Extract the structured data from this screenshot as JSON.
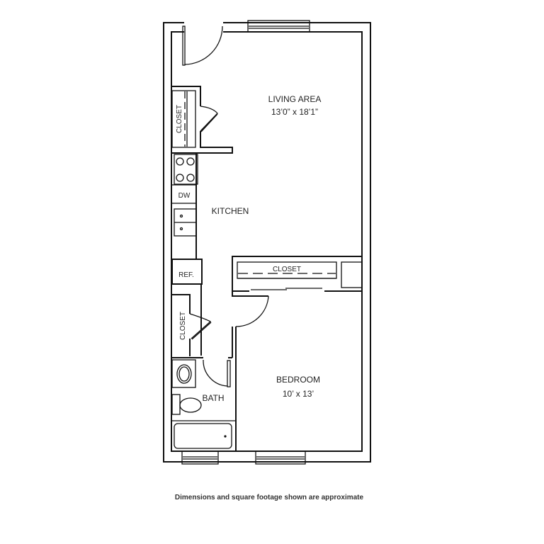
{
  "rooms": {
    "living": {
      "name": "LIVING AREA",
      "dims": "13’0” x 18’1”"
    },
    "kitchen": {
      "name": "KITCHEN"
    },
    "bedroom": {
      "name": "BEDROOM",
      "dims": "10’ x 13’"
    },
    "bath": {
      "name": "BATH"
    }
  },
  "fixtures": {
    "closet_upper": "CLOSET",
    "closet_lower": "CLOSET",
    "closet_bedroom": "CLOSET",
    "dishwasher": "DW",
    "refrigerator": "REF."
  },
  "footnote": "Dimensions and square footage shown are approximate"
}
